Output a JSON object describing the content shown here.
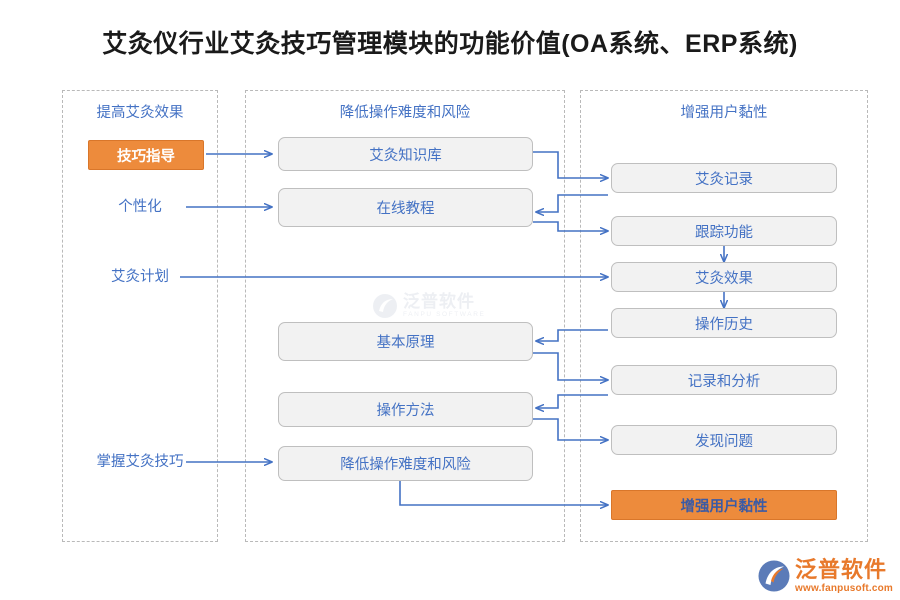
{
  "page": {
    "title": "艾灸仪行业艾灸技巧管理模块的功能价值(OA系统、ERP系统)",
    "accent_orange": "#ED8B3C",
    "node_blue": "#4472C4",
    "node_fill": "#F2F2F2",
    "connector_blue": "#4472C4"
  },
  "columns": [
    {
      "id": "improve-effect",
      "heading": "提高艾灸效果"
    },
    {
      "id": "reduce-risk",
      "heading": "降低操作难度和风险"
    },
    {
      "id": "user-stickiness",
      "heading": "增强用户黏性"
    }
  ],
  "left_items": [
    {
      "label": "技巧指导",
      "highlight": true
    },
    {
      "label": "个性化",
      "highlight": false
    },
    {
      "label": "艾灸计划",
      "highlight": false
    },
    {
      "label": "掌握艾灸技巧",
      "highlight": false
    }
  ],
  "middle_items": [
    {
      "label": "艾灸知识库"
    },
    {
      "label": "在线教程"
    },
    {
      "label": "基本原理"
    },
    {
      "label": "操作方法"
    },
    {
      "label": "降低操作难度和风险"
    }
  ],
  "right_items": [
    {
      "label": "艾灸记录",
      "highlight": false
    },
    {
      "label": "跟踪功能",
      "highlight": false
    },
    {
      "label": "艾灸效果",
      "highlight": false
    },
    {
      "label": "操作历史",
      "highlight": false
    },
    {
      "label": "记录和分析",
      "highlight": false
    },
    {
      "label": "发现问题",
      "highlight": false
    },
    {
      "label": "增强用户黏性",
      "highlight": true
    }
  ],
  "watermark": {
    "name_cn": "泛普软件",
    "name_en": "FANPU SOFTWARE"
  },
  "brand": {
    "name_cn": "泛普软件",
    "url": "www.fanpusoft.com"
  }
}
